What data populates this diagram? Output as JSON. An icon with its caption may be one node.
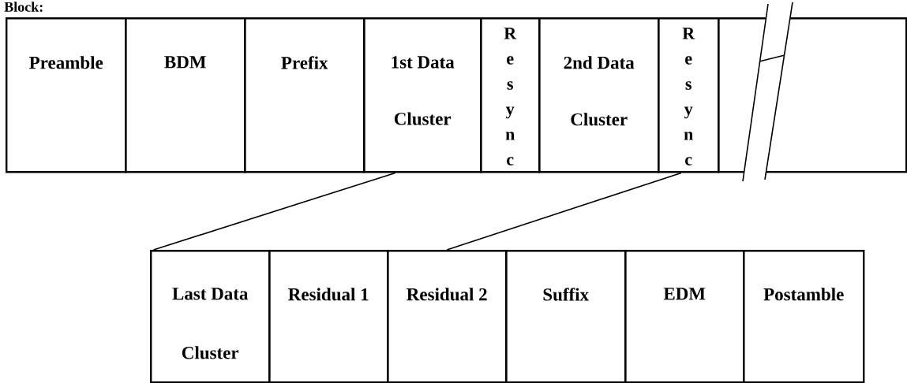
{
  "diagram": {
    "nodes": [
      {
        "text": [
          "Preamble"
        ]
      },
      {
        "text": [
          "BDM"
        ]
      },
      {
        "text": [
          "Prefix"
        ]
      },
      {
        "text": [
          "1st Data Cluster"
        ]
      },
      {
        "text": [
          "Resync"
        ]
      },
      {
        "text": [
          "2nd Data Cluster"
        ]
      },
      {
        "text": [
          "Resync"
        ]
      },
      {
        "text": [],
        "shape": "box"
      },
      {
        "text": [
          "Last Data Cluster"
        ]
      },
      {
        "text": [
          "Residual 1"
        ]
      },
      {
        "text": [
          "Residual 2"
        ]
      },
      {
        "text": [
          "Suffix"
        ]
      },
      {
        "text": [
          "EDM"
        ]
      },
      {
        "text": [
          "Postamble"
        ]
      }
    ],
    "edges": [
      {
        "from": 3,
        "to": 8,
        "arrow": "none"
      },
      {
        "from": 6,
        "to": 10,
        "arrow": "none"
      }
    ],
    "labels": [
      "Block:"
    ]
  }
}
